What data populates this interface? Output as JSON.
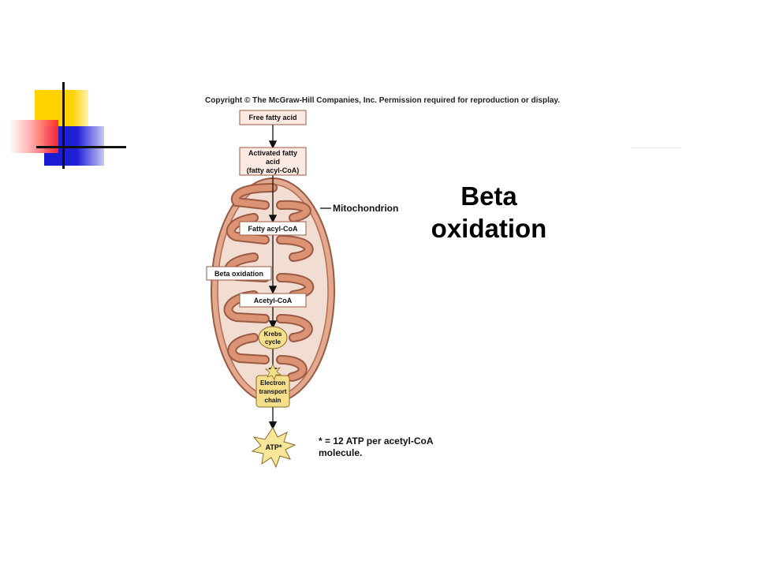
{
  "copyright": "Copyright © The McGraw-Hill Companies, Inc. Permission required for reproduction or display.",
  "title": {
    "line1": "Beta",
    "line2": "oxidation"
  },
  "diagram": {
    "free_fatty_acid": "Free fatty acid",
    "activated_fatty_acid": [
      "Activated fatty",
      "acid",
      "(fatty acyl-CoA)"
    ],
    "mitochondrion": "Mitochondrion",
    "fatty_acyl_coa": "Fatty acyl-CoA",
    "beta_oxidation": "Beta oxidation",
    "acetyl_coa": "Acetyl-CoA",
    "krebs_cycle": [
      "Krebs",
      "cycle"
    ],
    "electron_transport_chain": [
      "Electron",
      "transport",
      "chain"
    ],
    "atp": "ATP*",
    "footnote": [
      "* = 12 ATP per acetyl-CoA",
      "molecule."
    ]
  },
  "colors": {
    "membrane_outer": "#c97a5e",
    "membrane_fill": "#f1ddd1",
    "crista": "#dc9373",
    "krebs_fill": "#f6df8a",
    "etc_fill": "#f6df8a",
    "atp_fill": "#f8e79a"
  }
}
